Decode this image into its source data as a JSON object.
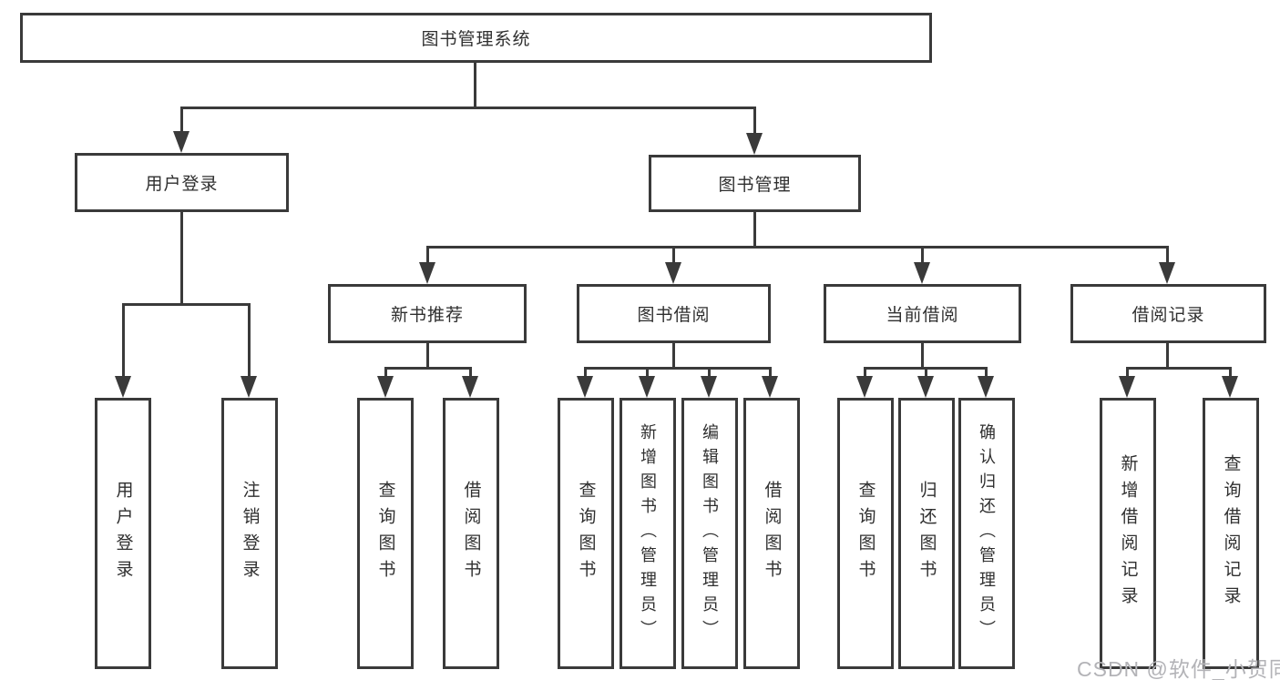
{
  "diagram": {
    "title": "图书管理系统",
    "branches": {
      "user_login": {
        "label": "用户登录",
        "children": [
          {
            "label": "用户登录"
          },
          {
            "label": "注销登录"
          }
        ]
      },
      "book_management": {
        "label": "图书管理",
        "groups": [
          {
            "label": "新书推荐",
            "children": [
              {
                "label": "查询图书"
              },
              {
                "label": "借阅图书"
              }
            ]
          },
          {
            "label": "图书借阅",
            "children": [
              {
                "label": "查询图书"
              },
              {
                "label": "新增图书（管理员）"
              },
              {
                "label": "编辑图书（管理员）"
              },
              {
                "label": "借阅图书"
              }
            ]
          },
          {
            "label": "当前借阅",
            "children": [
              {
                "label": "查询图书"
              },
              {
                "label": "归还图书"
              },
              {
                "label": "确认归还（管理员）"
              }
            ]
          },
          {
            "label": "借阅记录",
            "children": [
              {
                "label": "新增借阅记录"
              },
              {
                "label": "查询借阅记录"
              }
            ]
          }
        ]
      }
    }
  },
  "watermark": "CSDN @软件_小贺同学",
  "colors": {
    "line": "#3a3a3a",
    "text": "#2f2f2f",
    "background": "#ffffff",
    "watermark": "#b3b3b7"
  }
}
